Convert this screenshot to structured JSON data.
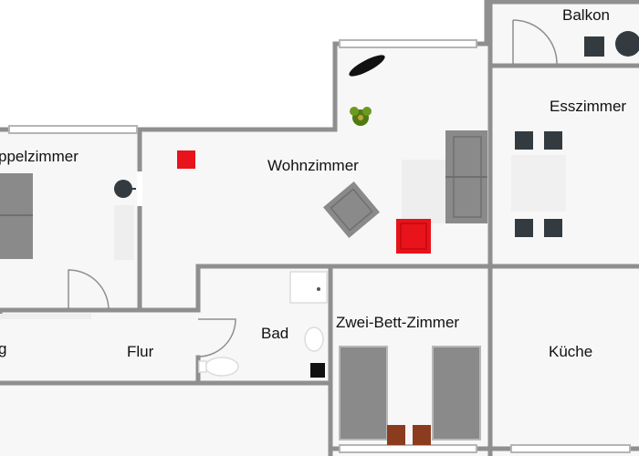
{
  "plan": {
    "wall_color": "#8f8f8f",
    "furniture_gray": "#8a8a8a",
    "furniture_dark": "#333b40",
    "accent_red": "#e8131b",
    "accent_brown": "#8b3b1e",
    "plant_green": "#4f7a12"
  },
  "rooms": {
    "balkon": "Balkon",
    "esszimmer": "Esszimmer",
    "doppelzimmer": "ppelzimmer",
    "wohnzimmer": "Wohnzimmer",
    "bad": "Bad",
    "zwei_bett": "Zwei-Bett-Zimmer",
    "kueche": "Küche",
    "flur": "Flur",
    "eingang": "g"
  }
}
